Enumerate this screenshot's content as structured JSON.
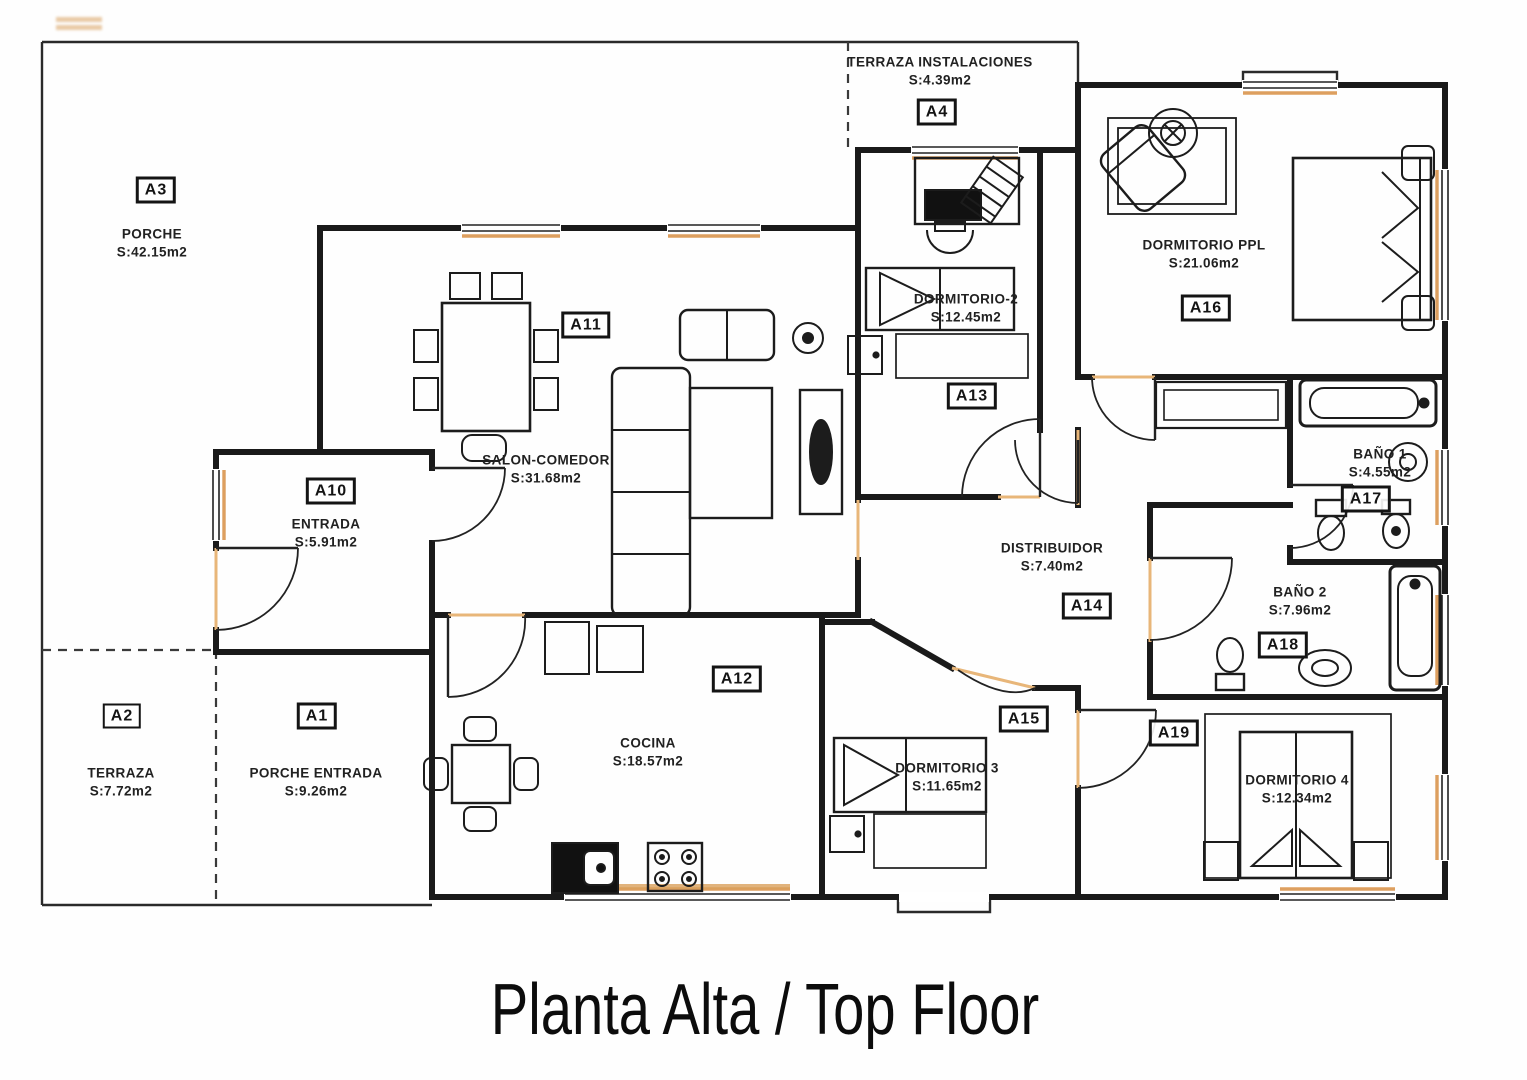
{
  "title": "Planta Alta / Top Floor",
  "colors": {
    "wall": "#1a1a1a",
    "thin_line": "#2a2a2a",
    "window_accent": "#dd9f5f",
    "door_accent": "#e8b679",
    "text": "#1f1f1f"
  },
  "rooms": [
    {
      "code": "A1",
      "name": "PORCHE ENTRADA",
      "area": "S:9.26m2"
    },
    {
      "code": "A2",
      "name": "TERRAZA",
      "area": "S:7.72m2"
    },
    {
      "code": "A3",
      "name": "PORCHE",
      "area": "S:42.15m2"
    },
    {
      "code": "A4",
      "name": "TERRAZA INSTALACIONES",
      "area": "S:4.39m2"
    },
    {
      "code": "A10",
      "name": "ENTRADA",
      "area": "S:5.91m2"
    },
    {
      "code": "A11",
      "name": "SALON-COMEDOR",
      "area": "S:31.68m2"
    },
    {
      "code": "A12",
      "name": "COCINA",
      "area": "S:18.57m2"
    },
    {
      "code": "A13",
      "name": "DORMITORIO-2",
      "area": "S:12.45m2"
    },
    {
      "code": "A14",
      "name": "DISTRIBUIDOR",
      "area": "S:7.40m2"
    },
    {
      "code": "A15",
      "name": "DORMITORIO 3",
      "area": "S:11.65m2"
    },
    {
      "code": "A16",
      "name": "DORMITORIO PPL",
      "area": "S:21.06m2"
    },
    {
      "code": "A17",
      "name": "BAÑO 1",
      "area": "S:4.55m2"
    },
    {
      "code": "A18",
      "name": "BAÑO 2",
      "area": "S:7.96m2"
    },
    {
      "code": "A19",
      "name": "DORMITORIO 4",
      "area": "S:12.34m2"
    }
  ]
}
